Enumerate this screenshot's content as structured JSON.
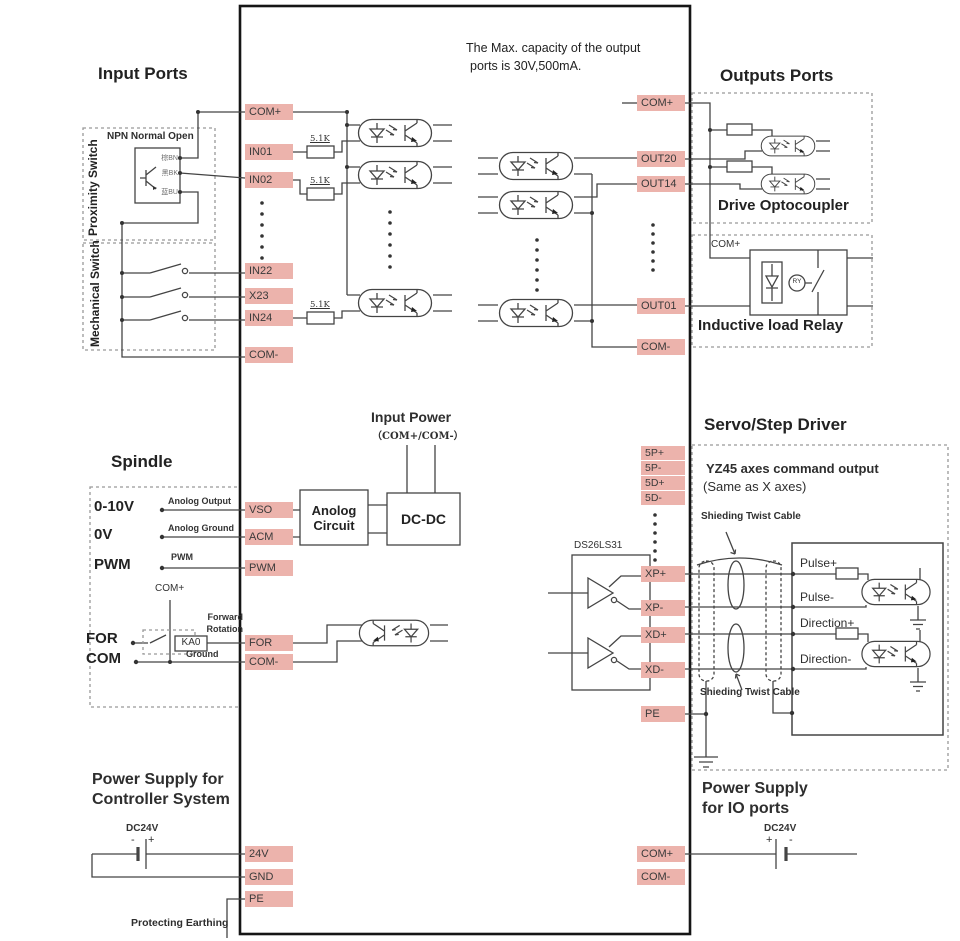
{
  "note_line1": "The Max. capacity of the output",
  "note_line2": "ports is 30V,500mA.",
  "input_section": {
    "title": "Input Ports",
    "proximity_label": "Proximity Switch",
    "npn_label": "NPN Normal Open",
    "wire_bn": "棕BN",
    "wire_bk": "黑BK",
    "wire_bu": "蓝BU",
    "mechanical_label": "Mechanical Switch",
    "resistor": "5.1K"
  },
  "outputs_section": {
    "title": "Outputs Ports",
    "drive_label": "Drive Optocoupler",
    "relay_label": "Inductive load Relay",
    "relay_com": "COM+",
    "relay_ry": "RY"
  },
  "spindle_section": {
    "title": "Spindle",
    "t_0_10v": "0-10V",
    "t_0v": "0V",
    "t_pwm": "PWM",
    "sig_analog_out": "Anolog Output",
    "sig_analog_gnd": "Anolog Ground",
    "sig_pwm": "PWM",
    "com_plus": "COM+",
    "ka0": "KA0",
    "sig_forward1": "Forward",
    "sig_forward2": "Rotation",
    "sig_ground": "Ground",
    "t_for": "FOR",
    "t_com": "COM"
  },
  "power_section": {
    "title": "Input Power",
    "subtitle": "（COM+/COM-）",
    "analog_box": "Anolog Circuit",
    "dcdc": "DC-DC"
  },
  "servo_section": {
    "title": "Servo/Step Driver",
    "note1": "YZ45 axes command output",
    "note2": "(Same as X axes)",
    "shield_top": "Shieding Twist Cable",
    "shield_bottom": "Shieding Twist Cable",
    "chip": "DS26LS31",
    "pin_pulse_p": "Pulse+",
    "pin_pulse_n": "Pulse-",
    "pin_dir_p": "Direction+",
    "pin_dir_n": "Direction-"
  },
  "psu_left": {
    "title1": "Power Supply for",
    "title2": "Controller System",
    "voltage": "DC24V",
    "neg": "-",
    "pos": "+",
    "earthing": "Protecting Earthing"
  },
  "psu_right": {
    "title1": "Power Supply",
    "title2": "for IO ports",
    "voltage": "DC24V",
    "pos": "+",
    "neg": "-"
  },
  "ports": {
    "left": [
      "COM+",
      "IN01",
      "IN02",
      "IN22",
      "X23",
      "IN24",
      "COM-",
      "VSO",
      "ACM",
      "PWM",
      "FOR",
      "COM-",
      "24V",
      "GND",
      "PE"
    ],
    "right": [
      "COM+",
      "OUT20",
      "OUT14",
      "OUT01",
      "COM-",
      "5P+",
      "5P-",
      "5D+",
      "5D-",
      "XP+",
      "XP-",
      "XD+",
      "XD-",
      "PE",
      "COM+",
      "COM-"
    ]
  }
}
